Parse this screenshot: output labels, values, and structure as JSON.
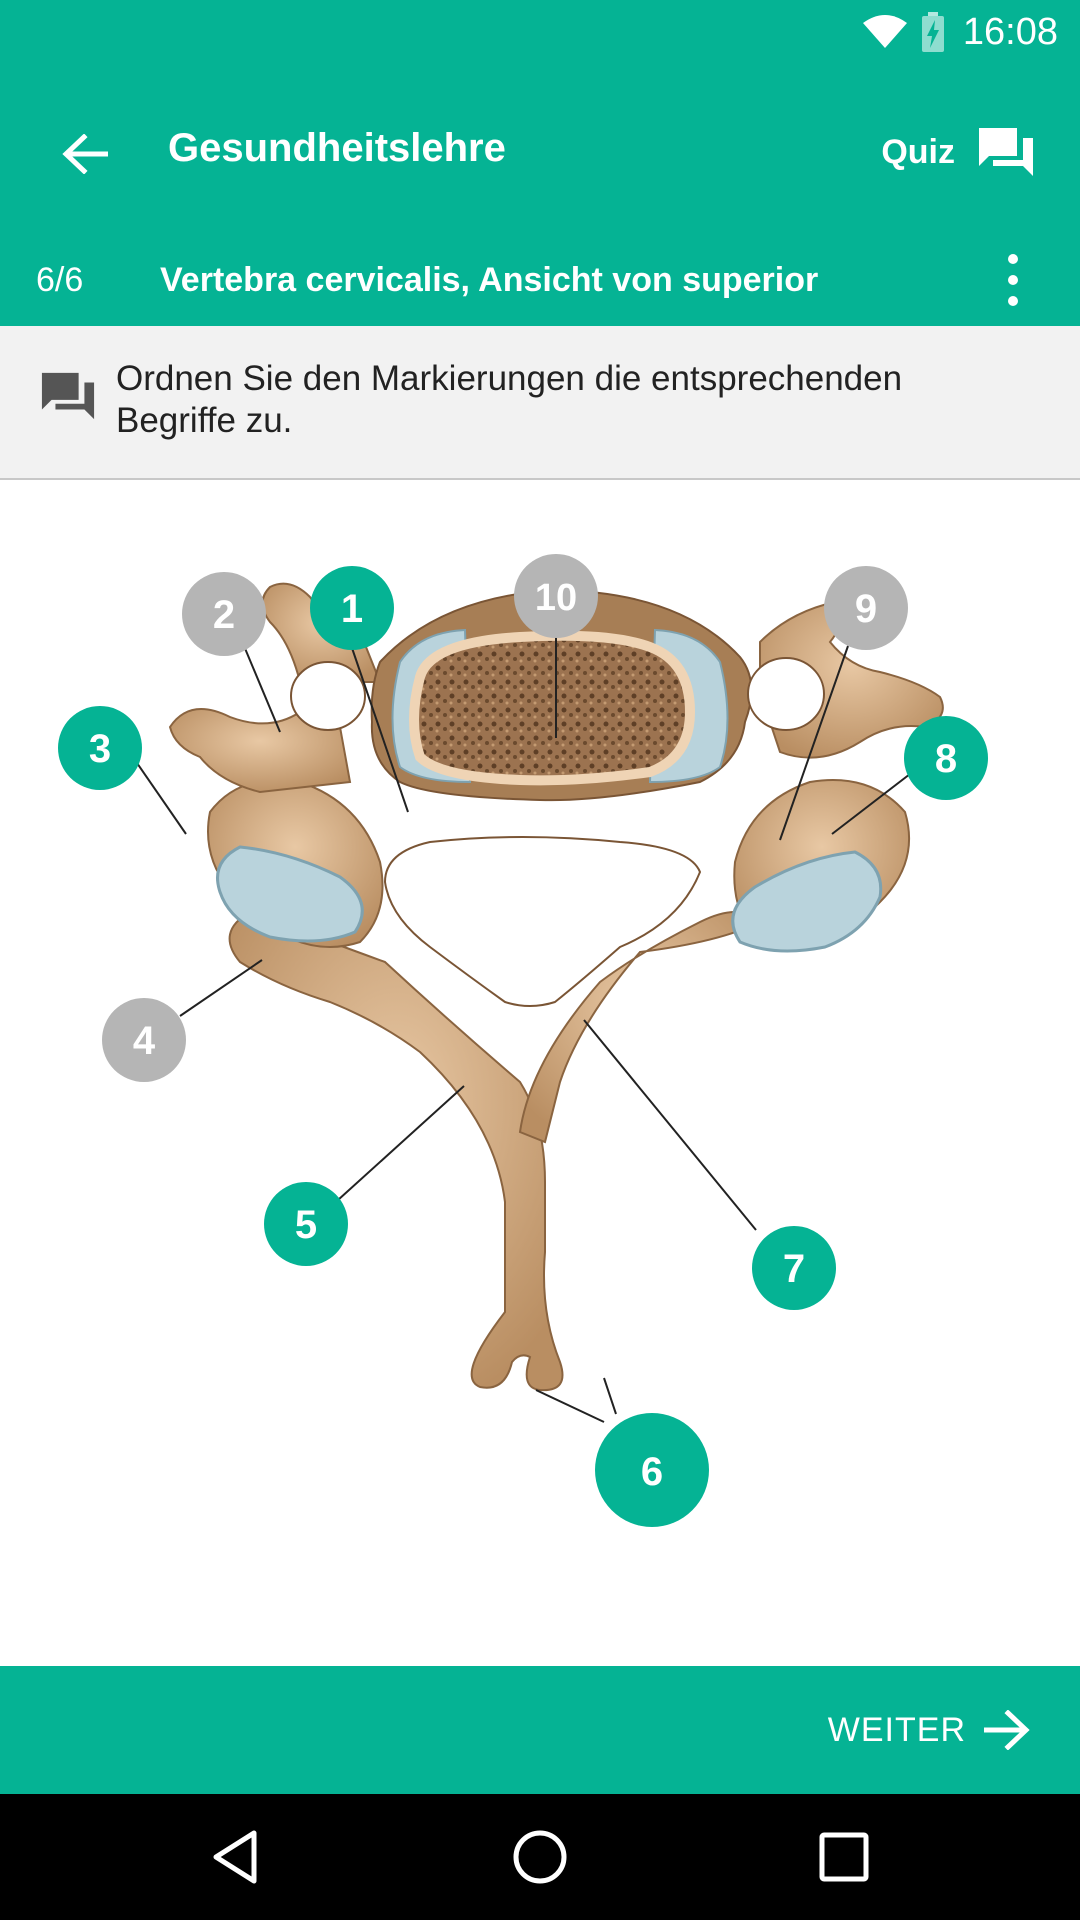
{
  "status_bar": {
    "time": "16:08"
  },
  "toolbar": {
    "title": "Gesundheitslehre",
    "quiz_label": "Quiz"
  },
  "subheader": {
    "counter": "6/6",
    "title": "Vertebra cervicalis, Ansicht von superior"
  },
  "instruction": {
    "text": "Ordnen Sie den Markierungen die entsprechenden Begriffe zu."
  },
  "figure": {
    "markers": [
      {
        "label": "1",
        "state": "active"
      },
      {
        "label": "2",
        "state": "inactive"
      },
      {
        "label": "3",
        "state": "active"
      },
      {
        "label": "4",
        "state": "inactive"
      },
      {
        "label": "5",
        "state": "active"
      },
      {
        "label": "6",
        "state": "active"
      },
      {
        "label": "7",
        "state": "active"
      },
      {
        "label": "8",
        "state": "active"
      },
      {
        "label": "9",
        "state": "inactive"
      },
      {
        "label": "10",
        "state": "inactive"
      }
    ]
  },
  "action_bar": {
    "next_label": "WEITER"
  },
  "colors": {
    "primary": "#05b394",
    "marker_active": "#05b394",
    "marker_inactive": "#b5b5b5"
  }
}
